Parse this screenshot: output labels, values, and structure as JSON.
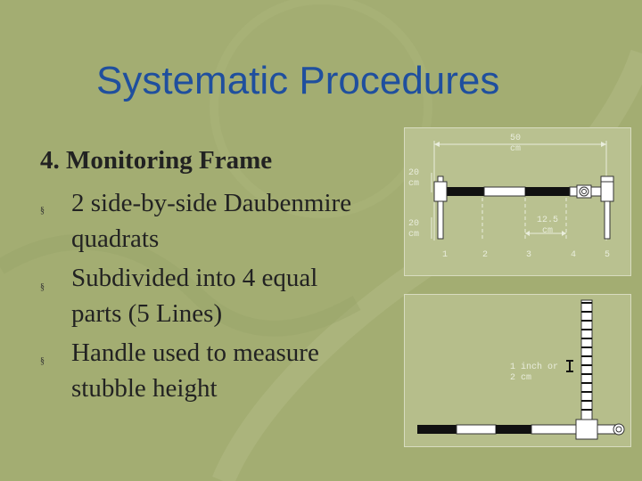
{
  "slide": {
    "title": "Systematic Procedures",
    "heading": "4.  Monitoring Frame",
    "bullet_glyph": "§",
    "bullets": [
      {
        "line1": "2 side-by-side Daubenmire",
        "line2": "quadrats"
      },
      {
        "line1": "Subdivided into 4   equal",
        "line2": "parts (5 Lines)"
      },
      {
        "line1": "Handle used to measure",
        "line2": "stubble height"
      }
    ]
  },
  "diagram": {
    "width_label": {
      "line1": "50",
      "line2": "cm"
    },
    "height_label_top": {
      "line1": "20",
      "line2": "cm"
    },
    "height_label_bottom": {
      "line1": "20",
      "line2": "cm"
    },
    "spacing_label": {
      "line1": "12.5",
      "line2": "cm"
    },
    "line_marks": [
      "1",
      "2",
      "3",
      "4",
      "5"
    ],
    "handle_label": {
      "line1": "1 inch or",
      "line2": "2 cm"
    }
  },
  "colors": {
    "background": "#a3ad72",
    "title": "#1f4f9e",
    "diagram_line": "#e9eddc"
  }
}
